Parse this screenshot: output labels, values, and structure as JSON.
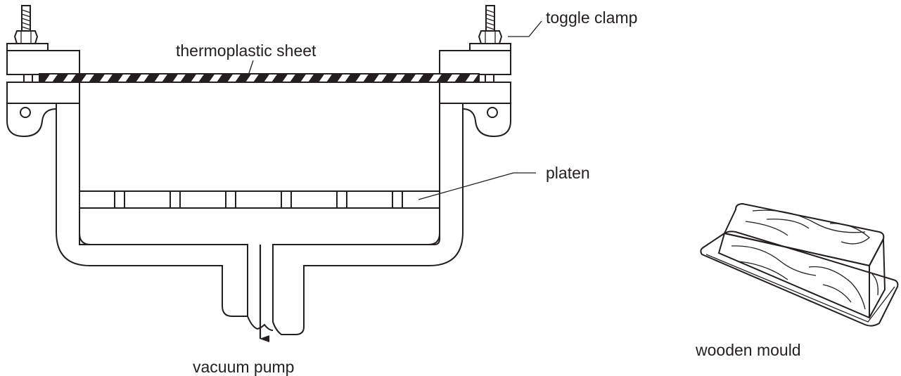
{
  "diagram": {
    "labels": {
      "toggle_clamp": "toggle clamp",
      "thermoplastic_sheet": "thermoplastic sheet",
      "platen": "platen",
      "vacuum_pump": "vacuum pump",
      "wooden_mould": "wooden mould"
    },
    "colors": {
      "ink": "#231f20",
      "background": "#ffffff"
    }
  }
}
